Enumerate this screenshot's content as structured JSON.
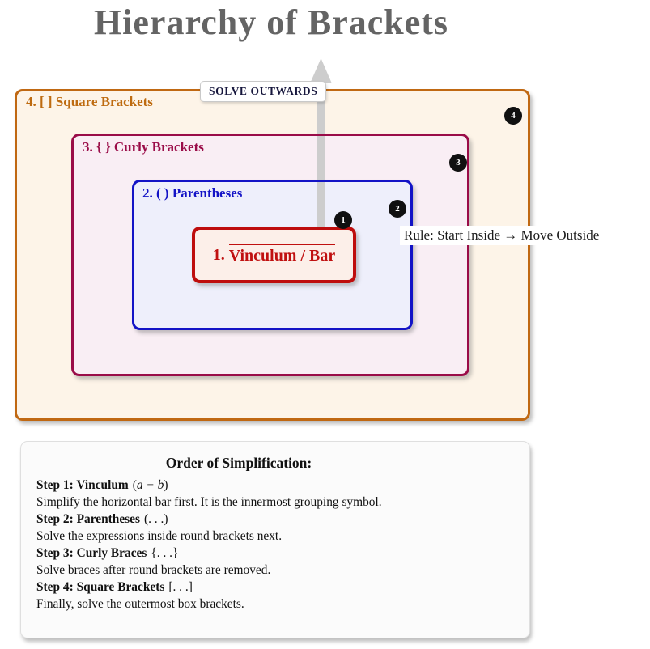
{
  "page": {
    "title": "Hierarchy of Brackets"
  },
  "diagram": {
    "solve_label": "SOLVE OUTWARDS",
    "rule_text": "Rule: Start Inside → Move Outside",
    "boxes": [
      {
        "label": "4. [ ] Square Brackets",
        "badge": "4",
        "border_color": "#C06812",
        "fill_color": "#FDF4E8",
        "text_color": "#BE6B10"
      },
      {
        "label": "3. { } Curly Brackets",
        "badge": "3",
        "border_color": "#9A0C48",
        "fill_color": "#F9EEF4",
        "text_color": "#9A0C48"
      },
      {
        "label": "2. ( ) Parentheses",
        "badge": "2",
        "border_color": "#1313C6",
        "fill_color": "#EEEFFB",
        "text_color": "#1313C6"
      },
      {
        "label_prefix": "1.",
        "label_overline": "Vinculum / Bar",
        "badge": "1",
        "border_color": "#BE0D0D",
        "fill_color": "#FCEFE9",
        "text_color": "#C01010"
      }
    ],
    "arrow_color": "#CDCDCD"
  },
  "panel": {
    "heading": "Order of Simplification:",
    "steps": [
      {
        "bold": "Step 1: Vinculum",
        "math_open": "(",
        "overline": "a − b",
        "math_close": ")",
        "desc": "Simplify the horizontal bar first. It is the innermost grouping symbol."
      },
      {
        "bold": "Step 2: Parentheses",
        "math": "(. . .)",
        "desc": "Solve the expressions inside round brackets next."
      },
      {
        "bold": "Step 3: Curly Braces",
        "math": "{. . .}",
        "desc": "Solve braces after round brackets are removed."
      },
      {
        "bold": "Step 4: Square Brackets",
        "math": "[. . .]",
        "desc": "Finally, solve the outermost box brackets."
      }
    ]
  },
  "colors": {
    "title_gray": "#646464",
    "badge_bg": "#101010",
    "solve_text": "#17173D",
    "panel_bg": "#FBFBFB"
  }
}
